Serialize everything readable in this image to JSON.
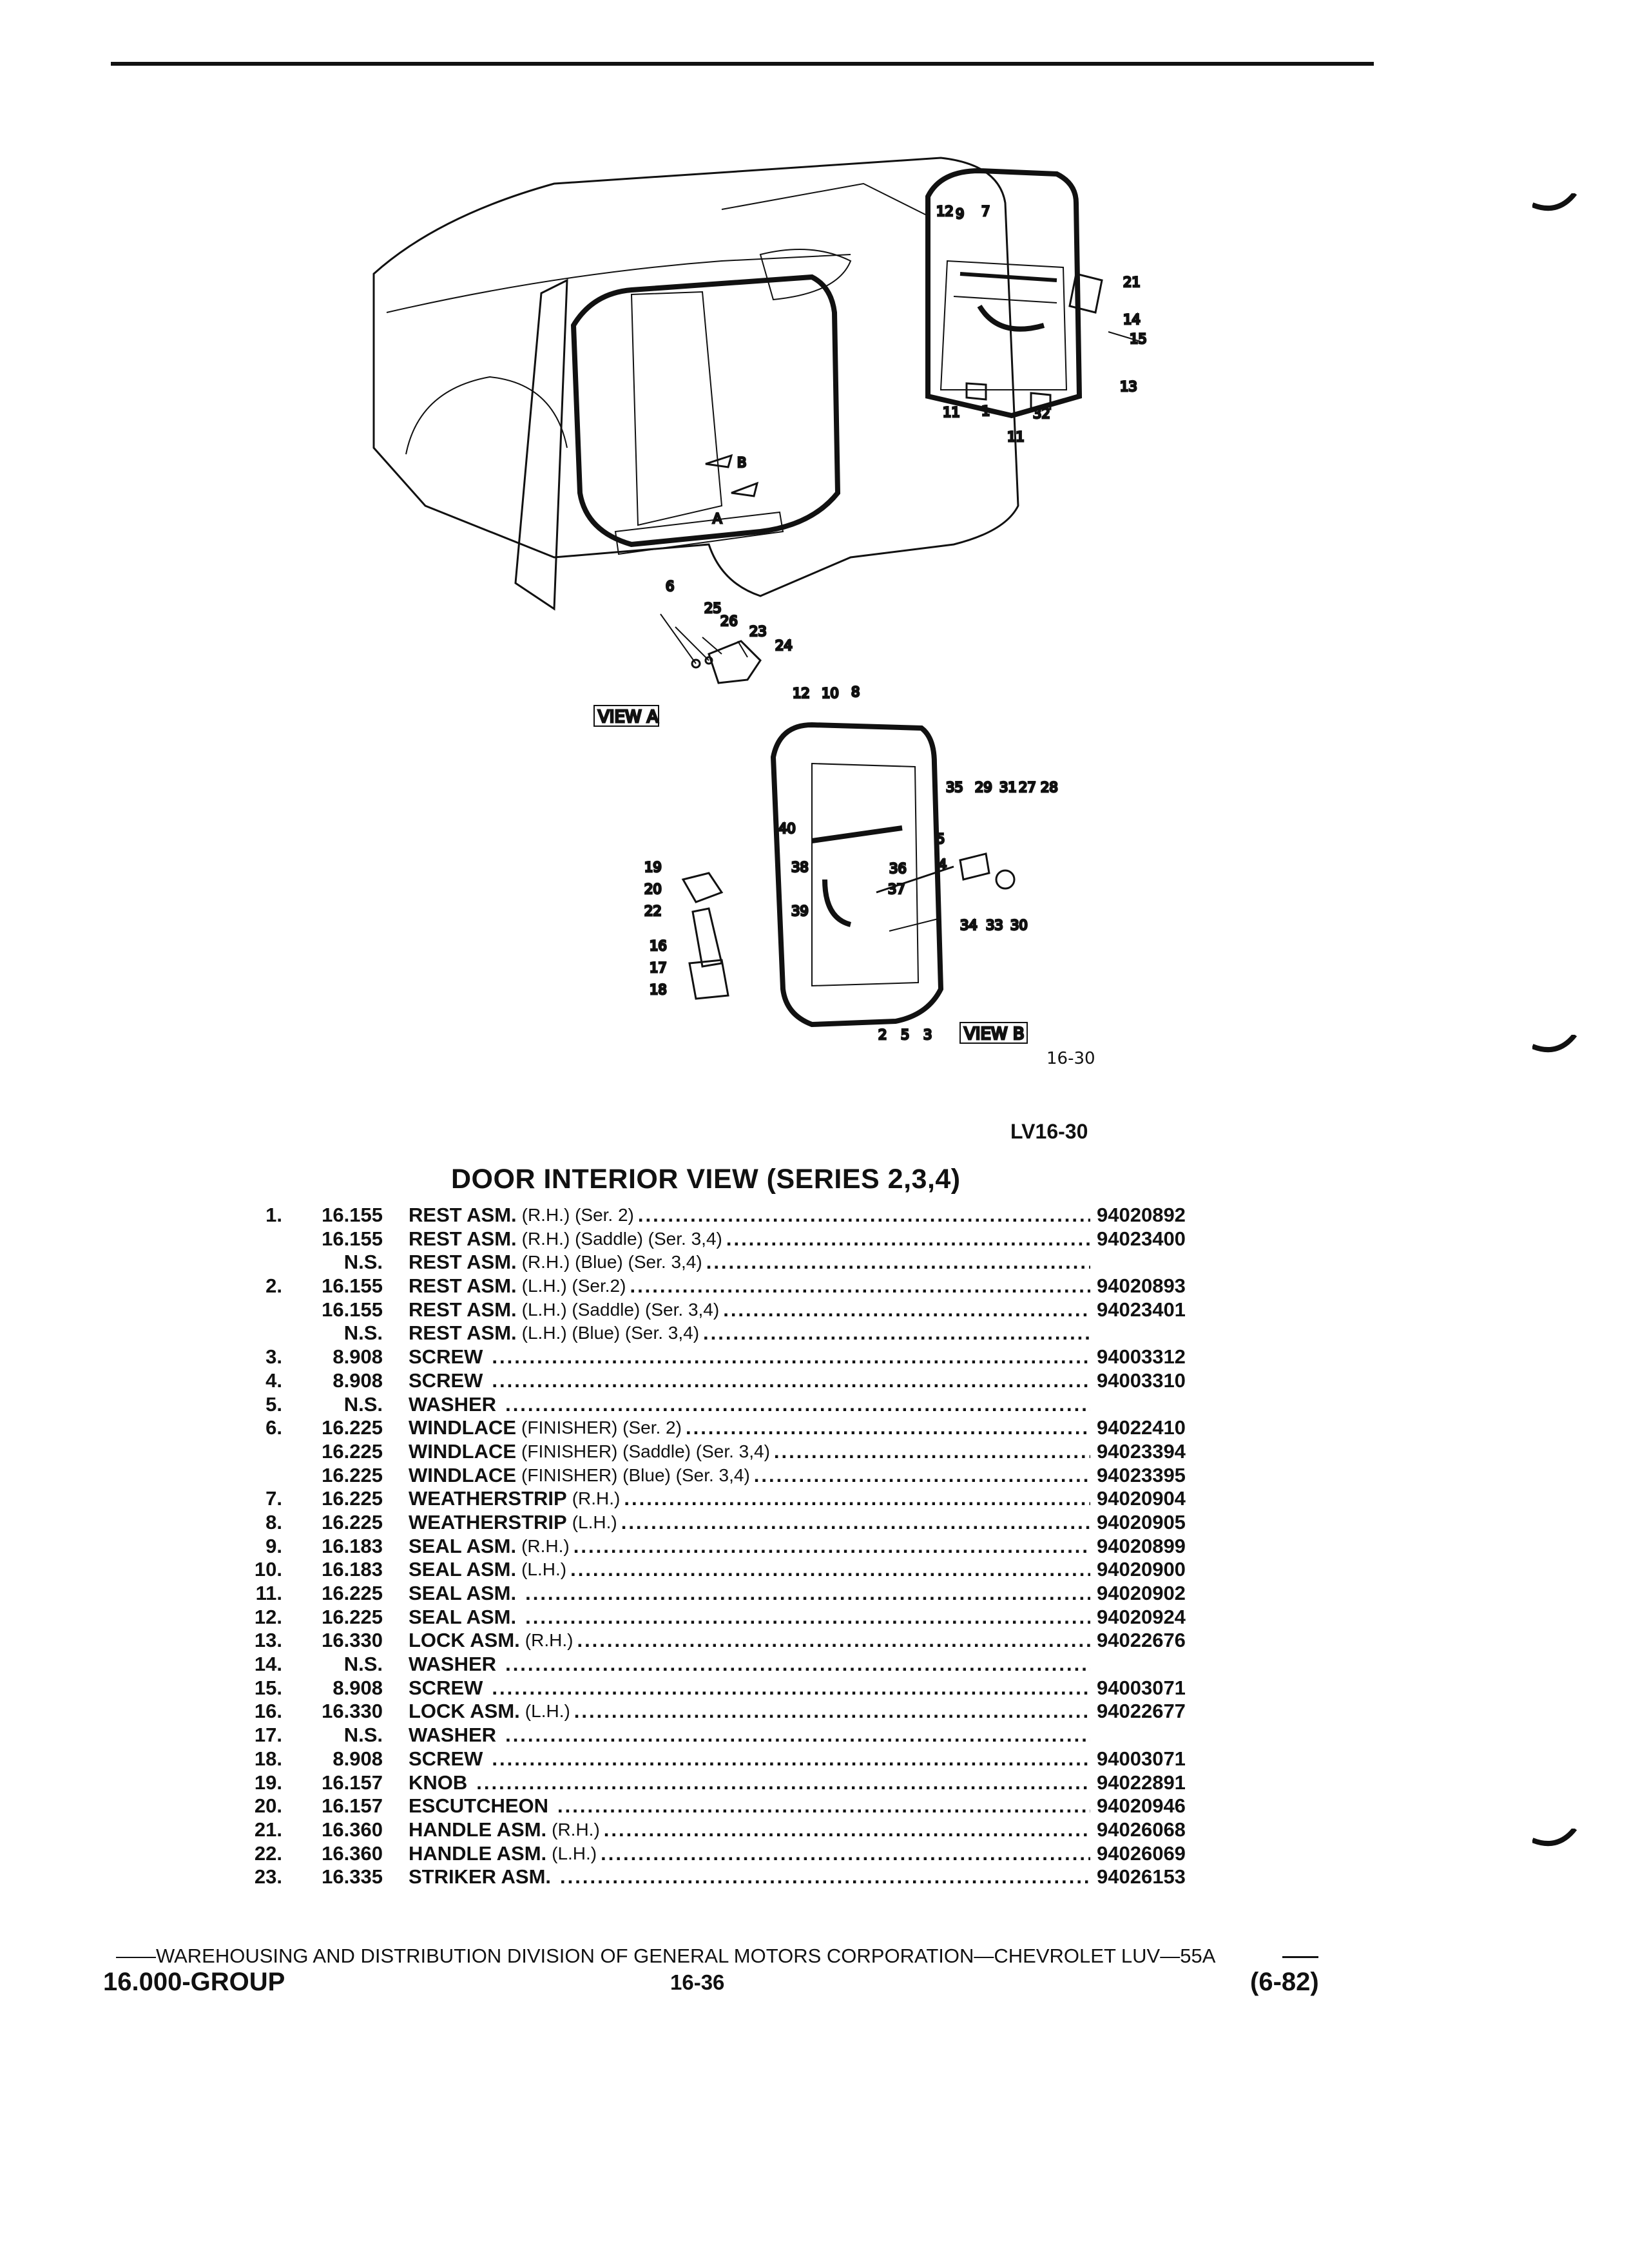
{
  "figure": {
    "number_small": "16-30",
    "code": "LV16-30",
    "view_a_label": "VIEW A",
    "view_b_label": "VIEW B",
    "callouts": [
      "12",
      "9",
      "7",
      "21",
      "14",
      "15",
      "13",
      "11",
      "1",
      "32",
      "11",
      "B",
      "A",
      "6",
      "25",
      "26",
      "23",
      "24",
      "12",
      "10",
      "8",
      "35",
      "29",
      "31",
      "27",
      "28",
      "40",
      "5",
      "19",
      "38",
      "4",
      "20",
      "36",
      "37",
      "22",
      "39",
      "34",
      "33",
      "30",
      "16",
      "17",
      "18",
      "2",
      "5",
      "3"
    ]
  },
  "title": "DOOR INTERIOR VIEW (SERIES 2,3,4)",
  "parts": [
    {
      "num": "1.",
      "group": "16.155",
      "name": "REST ASM.",
      "qual": "(R.H.) (Ser. 2)",
      "part": "94020892"
    },
    {
      "num": "",
      "group": "16.155",
      "name": "REST ASM.",
      "qual": "(R.H.) (Saddle) (Ser. 3,4)",
      "part": "94023400"
    },
    {
      "num": "",
      "group": "N.S.",
      "name": "REST ASM.",
      "qual": "(R.H.) (Blue) (Ser. 3,4)",
      "part": ""
    },
    {
      "num": "2.",
      "group": "16.155",
      "name": "REST ASM.",
      "qual": "(L.H.) (Ser.2)",
      "part": "94020893"
    },
    {
      "num": "",
      "group": "16.155",
      "name": "REST ASM.",
      "qual": "(L.H.) (Saddle) (Ser. 3,4)",
      "part": "94023401"
    },
    {
      "num": "",
      "group": "N.S.",
      "name": "REST ASM.",
      "qual": "(L.H.) (Blue) (Ser. 3,4)",
      "part": ""
    },
    {
      "num": "3.",
      "group": "8.908",
      "name": "SCREW",
      "qual": "",
      "part": "94003312"
    },
    {
      "num": "4.",
      "group": "8.908",
      "name": "SCREW",
      "qual": "",
      "part": "94003310"
    },
    {
      "num": "5.",
      "group": "N.S.",
      "name": "WASHER",
      "qual": "",
      "part": ""
    },
    {
      "num": "6.",
      "group": "16.225",
      "name": "WINDLACE",
      "qual": "(FINISHER) (Ser. 2)",
      "part": "94022410"
    },
    {
      "num": "",
      "group": "16.225",
      "name": "WINDLACE",
      "qual": "(FINISHER) (Saddle) (Ser. 3,4)",
      "part": "94023394"
    },
    {
      "num": "",
      "group": "16.225",
      "name": "WINDLACE",
      "qual": "(FINISHER) (Blue) (Ser. 3,4)",
      "part": "94023395"
    },
    {
      "num": "7.",
      "group": "16.225",
      "name": "WEATHERSTRIP",
      "qual": "(R.H.)",
      "part": "94020904"
    },
    {
      "num": "8.",
      "group": "16.225",
      "name": "WEATHERSTRIP",
      "qual": "(L.H.)",
      "part": "94020905"
    },
    {
      "num": "9.",
      "group": "16.183",
      "name": "SEAL ASM.",
      "qual": "(R.H.)",
      "part": "94020899"
    },
    {
      "num": "10.",
      "group": "16.183",
      "name": "SEAL ASM.",
      "qual": "(L.H.)",
      "part": "94020900"
    },
    {
      "num": "11.",
      "group": "16.225",
      "name": "SEAL ASM.",
      "qual": "",
      "part": "94020902"
    },
    {
      "num": "12.",
      "group": "16.225",
      "name": "SEAL ASM.",
      "qual": "",
      "part": "94020924"
    },
    {
      "num": "13.",
      "group": "16.330",
      "name": "LOCK ASM.",
      "qual": "(R.H.)",
      "part": "94022676"
    },
    {
      "num": "14.",
      "group": "N.S.",
      "name": "WASHER",
      "qual": "",
      "part": ""
    },
    {
      "num": "15.",
      "group": "8.908",
      "name": "SCREW",
      "qual": "",
      "part": "94003071"
    },
    {
      "num": "16.",
      "group": "16.330",
      "name": "LOCK ASM.",
      "qual": "(L.H.)",
      "part": "94022677"
    },
    {
      "num": "17.",
      "group": "N.S.",
      "name": "WASHER",
      "qual": "",
      "part": ""
    },
    {
      "num": "18.",
      "group": "8.908",
      "name": "SCREW",
      "qual": "",
      "part": "94003071"
    },
    {
      "num": "19.",
      "group": "16.157",
      "name": "KNOB",
      "qual": "",
      "part": "94022891"
    },
    {
      "num": "20.",
      "group": "16.157",
      "name": "ESCUTCHEON",
      "qual": "",
      "part": "94020946"
    },
    {
      "num": "21.",
      "group": "16.360",
      "name": "HANDLE ASM.",
      "qual": "(R.H.)",
      "part": "94026068"
    },
    {
      "num": "22.",
      "group": "16.360",
      "name": "HANDLE ASM.",
      "qual": "(L.H.)",
      "part": "94026069"
    },
    {
      "num": "23.",
      "group": "16.335",
      "name": "STRIKER ASM.",
      "qual": "",
      "part": "94026153"
    }
  ],
  "footer": {
    "division_line": "——WAREHOUSING AND DISTRIBUTION DIVISION OF GENERAL MOTORS CORPORATION—CHEVROLET LUV—55A",
    "group": "16.000-GROUP",
    "page": "16-36",
    "date": "(6-82)"
  }
}
